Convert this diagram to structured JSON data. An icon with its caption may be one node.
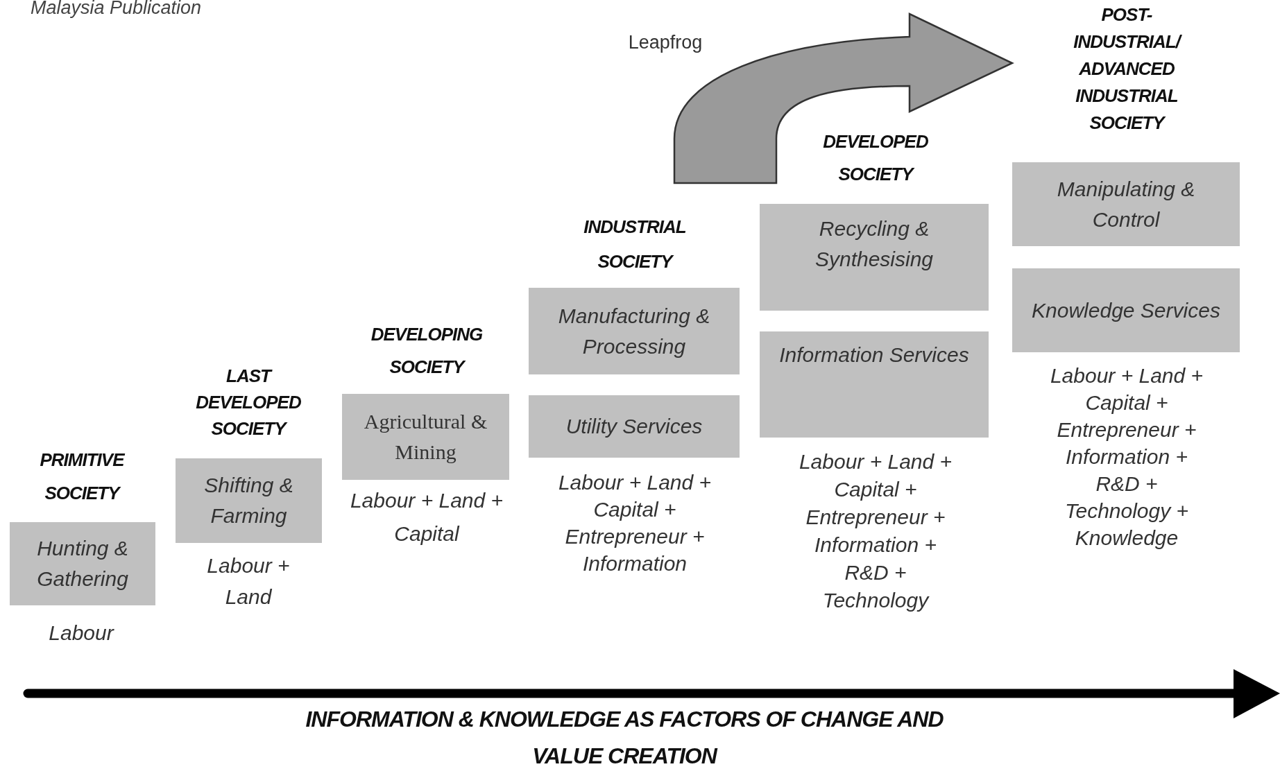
{
  "diagram": {
    "nodes": [
      {
        "text": [
          "Hunting & Gathering"
        ]
      },
      {
        "text": [
          "Shifting & Farming"
        ]
      },
      {
        "text": [
          "Agricultural & Mining"
        ]
      },
      {
        "text": [
          "Manufacturing & Processing"
        ]
      },
      {
        "text": [
          "Utility Services"
        ]
      },
      {
        "text": [
          "Recycling & Synthesising"
        ]
      },
      {
        "text": [
          "Information Services"
        ]
      },
      {
        "text": [
          "Manipulating & Control"
        ]
      },
      {
        "text": [
          "Knowledge Services"
        ]
      }
    ],
    "labels": [
      "Malaysia Publication",
      "Leapfrog",
      "POST-INDUSTRIAL/ ADVANCED INDUSTRIAL SOCIETY",
      "DEVELOPED SOCIETY",
      "INDUSTRIAL SOCIETY",
      "DEVELOPING SOCIETY",
      "LAST DEVELOPED SOCIETY",
      "PRIMITIVE SOCIETY",
      "Labour + Land + Capital + Entrepreneur + Information + R&D + Technology + Knowledge",
      "Labour + Land + Capital + Entrepreneur + Information + R&D + Technology",
      "Labour + Land + Capital + Entrepreneur + Information",
      "Labour + Land + Capital",
      "Labour + Land",
      "Labour",
      "INFORMATION & KNOWLEDGE AS FACTORS OF CHANGE AND VALUE CREATION"
    ]
  }
}
